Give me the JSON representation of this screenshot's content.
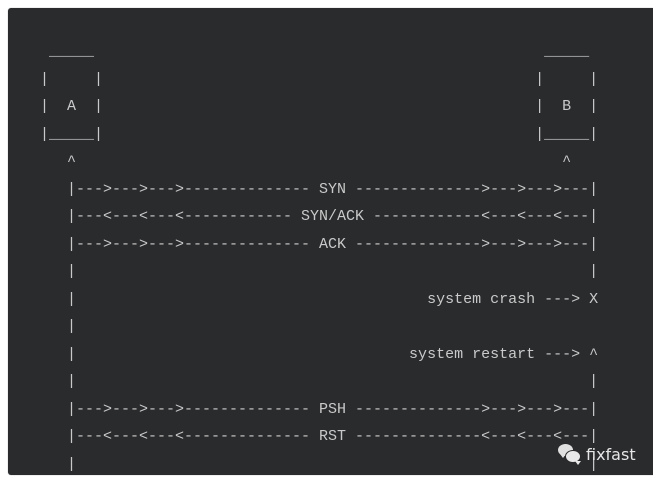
{
  "diagram": {
    "title": "TCP connection with system crash and restart (ASCII diagram)",
    "nodes": [
      {
        "id": "A",
        "label": "A"
      },
      {
        "id": "B",
        "label": "B"
      }
    ],
    "messages": [
      {
        "label": "SYN",
        "direction": "A->B"
      },
      {
        "label": "SYN/ACK",
        "direction": "B->A"
      },
      {
        "label": "ACK",
        "direction": "A->B"
      },
      {
        "event": "system crash",
        "at": "B",
        "marker": "X"
      },
      {
        "event": "system restart",
        "at": "B",
        "marker": "^"
      },
      {
        "label": "PSH",
        "direction": "A->B"
      },
      {
        "label": "RST",
        "direction": "B->A"
      }
    ],
    "lines": [
      " _____                                                  _____",
      "|     |                                                |     |",
      "|  A  |                                                |  B  |",
      "|_____|                                                |_____|",
      "   ^                                                      ^",
      "   |--->--->--->-------------- SYN -------------->--->--->---|",
      "   |---<---<---<------------ SYN/ACK ------------<---<---<---|",
      "   |--->--->--->-------------- ACK -------------->--->--->---|",
      "   |                                                         |",
      "   |                                       system crash ---> X",
      "   |",
      "   |                                     system restart ---> ^",
      "   |                                                         |",
      "   |--->--->--->-------------- PSH -------------->--->--->---|",
      "   |---<---<---<-------------- RST --------------<---<---<---|",
      "   |                                                         |"
    ]
  },
  "watermark": {
    "icon": "wechat-icon",
    "text": "fixfast"
  },
  "colors": {
    "background": "#2a2b2d",
    "text": "#c9c9c9",
    "page": "#ffffff"
  }
}
